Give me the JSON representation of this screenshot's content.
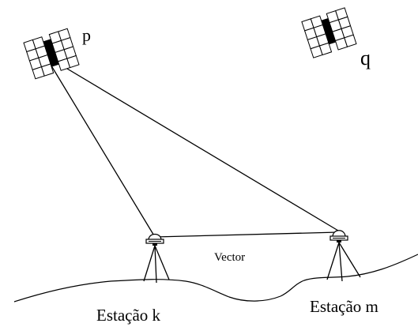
{
  "labels": {
    "satellite_p": "p",
    "satellite_q": "q",
    "station_k": "Estação k",
    "station_m": "Estação m",
    "baseline": "Vector"
  },
  "colors": {
    "ink": "#000000",
    "background": "#ffffff"
  }
}
